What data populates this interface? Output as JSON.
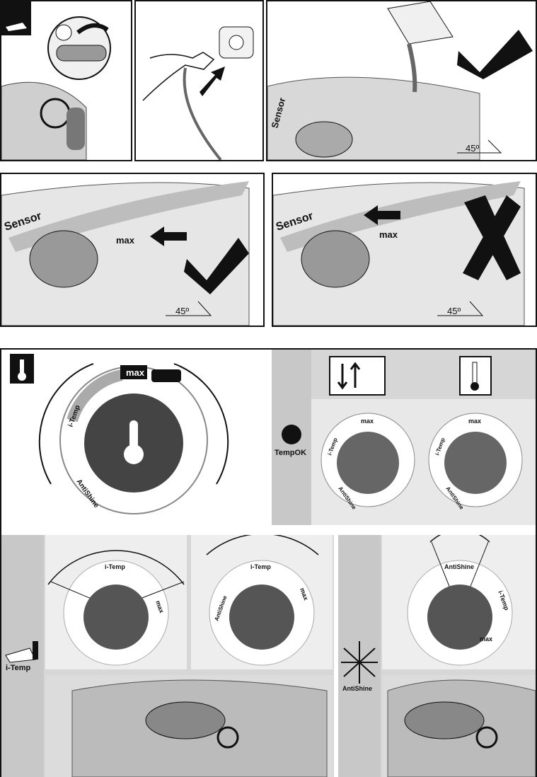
{
  "top": {
    "panel3": {
      "angle": "45º",
      "brand": "Sensor"
    },
    "panel4": {
      "angle": "45º",
      "max": "max",
      "brand": "Sensor"
    },
    "panel5": {
      "angle": "45º",
      "max": "max",
      "brand": "Sensor"
    }
  },
  "dial_large": {
    "max": "max",
    "itemp": "i-Temp",
    "antishine": "AntiShine"
  },
  "tempok": {
    "label": "TempOK",
    "max_a": "max",
    "max_b": "max",
    "itemp_a": "i-Temp",
    "itemp_b": "i-Temp",
    "antishine_a": "AntiShine",
    "antishine_b": "AntiShine"
  },
  "bottom_left": {
    "label": "i-Temp",
    "dial1_itemp": "i-Temp",
    "dial1_max": "max",
    "dial2_itemp": "i-Temp",
    "dial2_max": "max",
    "dial2_antishine": "AntiShine"
  },
  "bottom_right": {
    "label": "AntiShine",
    "dial_antishine": "AntiShine",
    "dial_itemp": "i-Temp",
    "dial_max": "max"
  },
  "colors": {
    "ink": "#111111",
    "gray": "#d6d6d6",
    "light": "#e8e8e8",
    "accent": "#8a8a8a"
  }
}
